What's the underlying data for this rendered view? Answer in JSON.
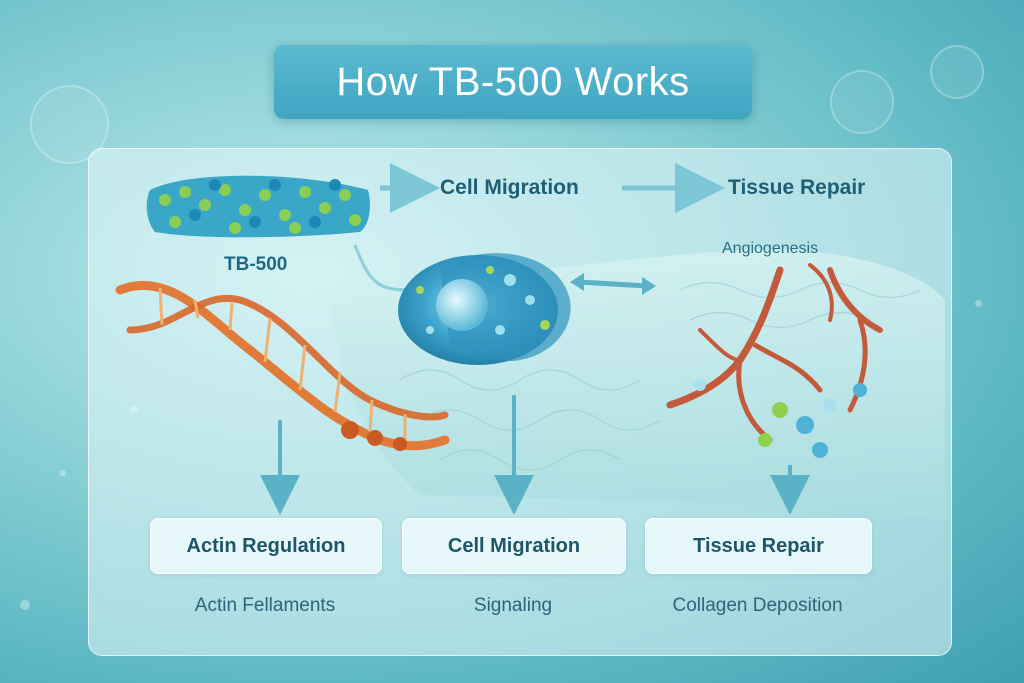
{
  "title": "How TB-500 Works",
  "top_flow": {
    "step1": "Cell Migration",
    "step2": "Tissue Repair"
  },
  "molecule_label": "TB-500",
  "angiogenesis_label": "Angiogenesis",
  "boxes": [
    {
      "label": "Actin Regulation",
      "caption": "Actin Fellaments"
    },
    {
      "label": "Cell Migration",
      "caption": "Signaling"
    },
    {
      "label": "Tissue Repair",
      "caption": "Collagen Deposition"
    }
  ],
  "colors": {
    "banner": "#47aec8",
    "text_dark": "#1f5e73",
    "dna_orange": "#d9662a",
    "vessel_red": "#c45a3c",
    "cell_blue": "#3aa0c8"
  }
}
